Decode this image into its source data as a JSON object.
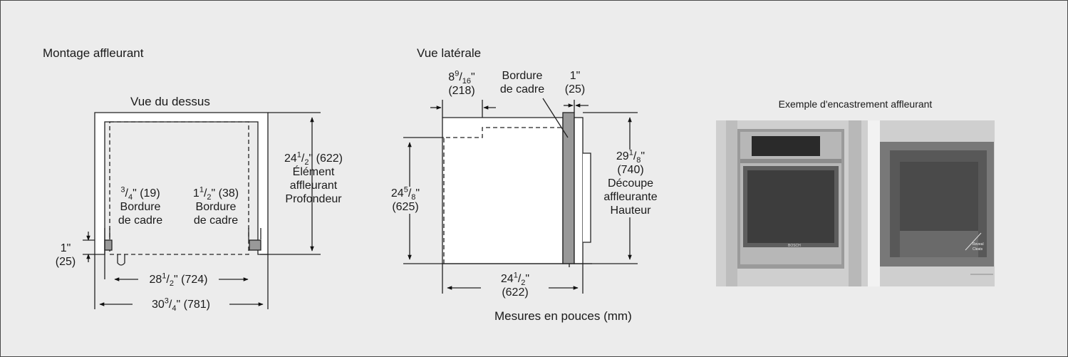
{
  "titles": {
    "flush_mount": "Montage affleurant",
    "side_view": "Vue latérale",
    "top_view": "Vue du dessus",
    "example": "Exemple d'encastrement affleurant",
    "units_note": "Mesures en pouces (mm)"
  },
  "top_view": {
    "depth": {
      "whole": "24",
      "num": "1",
      "den": "2",
      "rest": "\" (622)",
      "line2": "Élément",
      "line3": "affleurant",
      "line4": "Profondeur"
    },
    "trim_left": {
      "num": "3",
      "den": "4",
      "rest": "\" (19)",
      "line2": "Bordure",
      "line3": "de cadre"
    },
    "trim_right": {
      "whole": "1",
      "num": "1",
      "den": "2",
      "rest": "\" (38)",
      "line2": "Bordure",
      "line3": "de cadre"
    },
    "offset": {
      "line1": "1\"",
      "line2": "(25)"
    },
    "inner_width": {
      "whole": "28",
      "num": "1",
      "den": "2",
      "rest": "\" (724)"
    },
    "outer_width": {
      "whole": "30",
      "num": "3",
      "den": "4",
      "rest": "\" (781)"
    }
  },
  "side_view": {
    "top_depth": {
      "whole": "8",
      "num": "9",
      "den": "16",
      "rest": "\"",
      "line2": "(218)"
    },
    "frame_label": {
      "line1": "Bordure",
      "line2": "de cadre"
    },
    "door": {
      "line1": "1\"",
      "line2": "(25)"
    },
    "height": {
      "whole": "24",
      "num": "5",
      "den": "8",
      "rest": "\"",
      "line2": "(625)"
    },
    "cutout": {
      "whole": "29",
      "num": "1",
      "den": "8",
      "rest": "\"",
      "line2": "(740)",
      "line3": "Découpe",
      "line4": "affleurante",
      "line5": "Hauteur"
    },
    "depth": {
      "whole": "24",
      "num": "1",
      "den": "2",
      "rest": "\"",
      "line2": "(622)"
    }
  },
  "photo": {
    "brand": "BOSCH",
    "annotation": {
      "line1": "Reveal",
      "line2": "Cleats"
    }
  }
}
